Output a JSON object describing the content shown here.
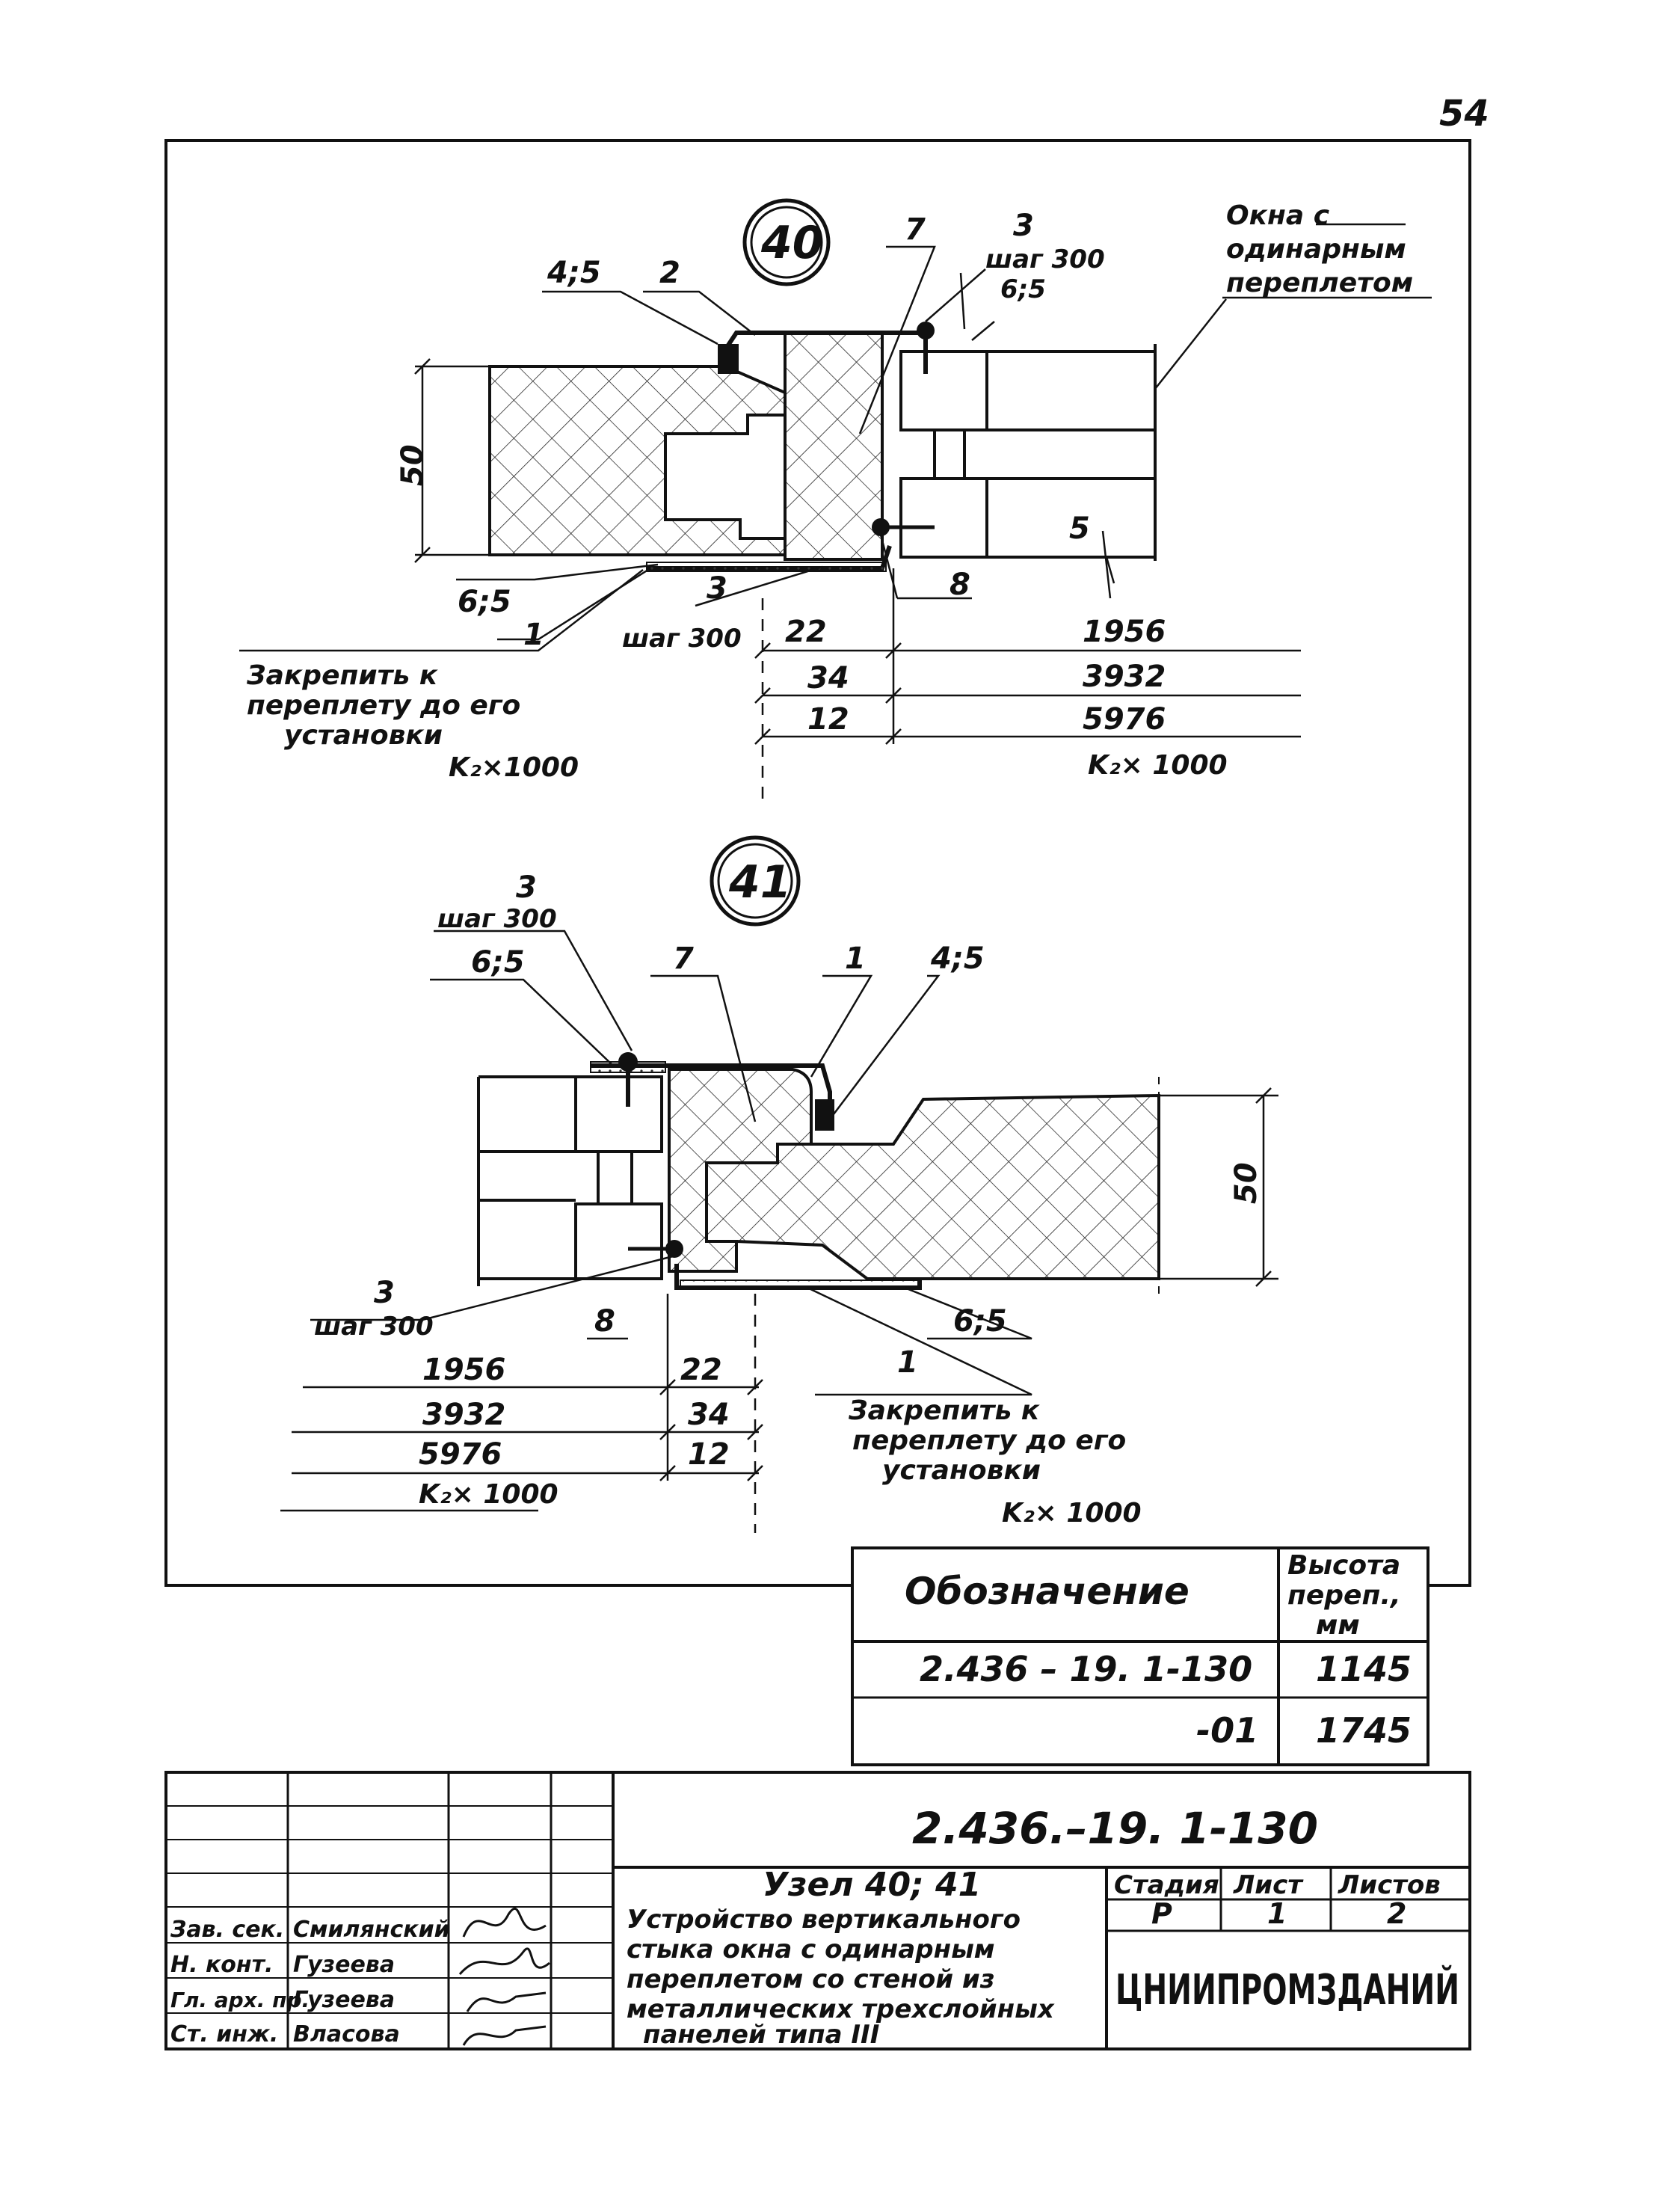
{
  "page_number": "54",
  "node40": {
    "circle_label": "40",
    "callouts": {
      "c45": "4;5",
      "c2": "2",
      "c7": "7",
      "c3_top": "3",
      "c3_top_step": "шаг 300",
      "c3_top_b": "6;5",
      "c65": "6;5",
      "c3_bottom": "3",
      "c3_bottom_step": "шаг 300",
      "c8": "8",
      "c1": "1"
    },
    "window_note": [
      "Окна с",
      "одинарным",
      "переплетом"
    ],
    "dim_50": "50",
    "dim_5": "5",
    "fix_note": [
      "Закрепить к",
      "переплету до его",
      "установки"
    ],
    "k_note_left": "K₂×1000",
    "dims_mid": [
      "22",
      "34",
      "12"
    ],
    "dims_right": [
      "1956",
      "3932",
      "5976"
    ],
    "k_note_right": "K₂× 1000"
  },
  "node41": {
    "circle_label": "41",
    "callouts": {
      "c3_top": "3",
      "c3_top_step": "шаг 300",
      "c65_top": "6;5",
      "c7": "7",
      "c1_top": "1",
      "c45": "4;5",
      "c3_bottom": "3",
      "c3_bottom_step": "шаг 300",
      "c8": "8",
      "c65_bottom": "6;5",
      "c1_bottom": "1"
    },
    "dim_50": "50",
    "dims_left": [
      "1956",
      "3932",
      "5976"
    ],
    "k_note_left": "K₂× 1000",
    "dims_mid": [
      "22",
      "34",
      "12"
    ],
    "fix_note": [
      "Закрепить к",
      "переплету до его",
      "установки"
    ],
    "k_note_right": "K₂× 1000"
  },
  "spec_table": {
    "header_designation": "Обозначение",
    "header_height": [
      "Высота",
      "переп.,",
      "мм"
    ],
    "rows": [
      {
        "designation": "2.436 – 19. 1-130",
        "height": "1145"
      },
      {
        "designation": "-01",
        "height": "1745"
      }
    ]
  },
  "title_block": {
    "doc_code": "2.436.–19. 1-130",
    "node_title": "Узел 40; 41",
    "description": [
      "Устройство вертикального",
      "стыка окна с одинарным",
      "переплетом со стеной из",
      "металлических трехслойных",
      "панелей типа III"
    ],
    "stage_header": "Стадия",
    "sheet_header": "Лист",
    "sheets_header": "Листов",
    "stage": "Р",
    "sheet": "1",
    "sheets": "2",
    "organization": "ЦНИИПРОМЗДАНИЙ",
    "signatures": [
      {
        "role": "Зав. сек.",
        "name": "Смилянский"
      },
      {
        "role": "Н. конт.",
        "name": "Гузеева"
      },
      {
        "role": "Гл. арх. пр.",
        "name": "Гузеева"
      },
      {
        "role": "Ст. инж.",
        "name": "Власова"
      }
    ]
  }
}
